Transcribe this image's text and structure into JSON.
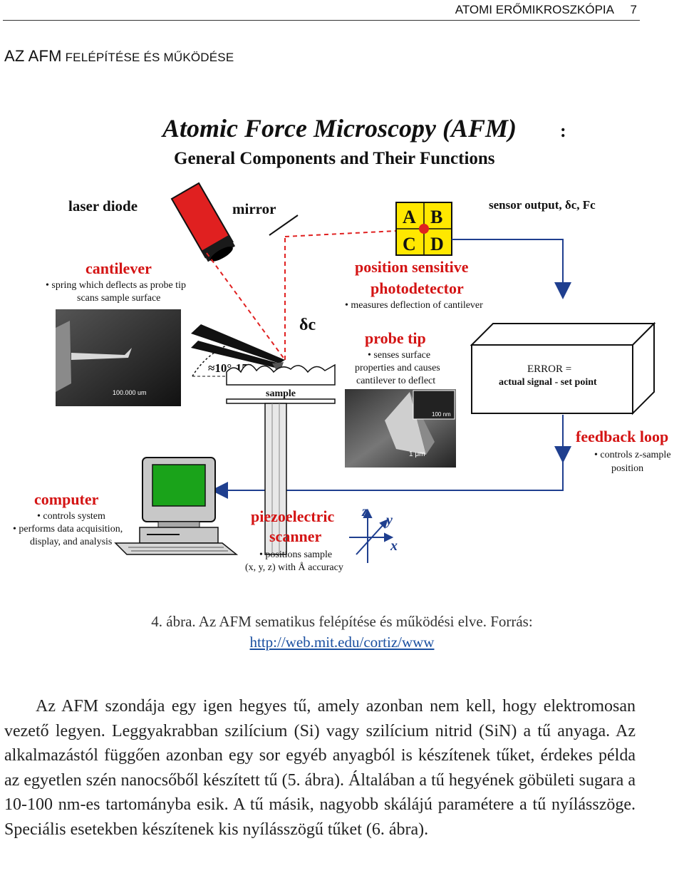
{
  "header": {
    "running_title": "ATOMI ERŐMIKROSZKÓPIA",
    "page_number": "7"
  },
  "section": {
    "initial": "A",
    "title_big": "Z AFM",
    "title_small": " FELÉPÍTÉSE ÉS MŰKÖDÉSE"
  },
  "figure": {
    "title": "Atomic Force Microscopy (AFM)",
    "title_colon": ":",
    "subtitle": "General Components and Their Functions",
    "labels": {
      "laser_diode": "laser diode",
      "mirror": "mirror",
      "sensor_output": "sensor output, δc, Fc",
      "quad_a": "A",
      "quad_b": "B",
      "quad_c": "C",
      "quad_d": "D",
      "cantilever": "cantilever",
      "cantilever_desc1": "• spring which deflects as probe tip",
      "cantilever_desc2": "scans sample surface",
      "psd1": "position sensitive",
      "psd2": "photodetector",
      "psd_desc": "• measures deflection of cantilever",
      "delta_c": "δc",
      "probe_tip": "probe tip",
      "probe_desc1": "• senses surface",
      "probe_desc2": "properties and causes",
      "probe_desc3": "cantilever to deflect",
      "angle": "≈10°-15°",
      "sample": "sample",
      "scale_left": "100.000 um",
      "scale_tip_small": "100 nm",
      "scale_tip_large": "1 μm",
      "error1": "ERROR =",
      "error2": "actual signal - set point",
      "feedback": "feedback loop",
      "feedback_desc1": "• controls z-sample",
      "feedback_desc2": "position",
      "computer": "computer",
      "computer_desc1": "• controls system",
      "computer_desc2": "• performs data acquisition,",
      "computer_desc3": "display, and analysis",
      "piezo1": "piezoelectric",
      "piezo2": "scanner",
      "piezo_desc1": "• positions sample",
      "piezo_desc2": "(x, y, z) with Å accuracy",
      "axis_z": "z",
      "axis_y": "y",
      "axis_x": "x"
    },
    "colors": {
      "red_label": "#d41414",
      "blue_line": "#1f3f8f",
      "laser_red": "#e02020",
      "psd_yellow": "#ffe800",
      "screen_green": "#1aa31a",
      "computer_gray": "#c8c8c8"
    }
  },
  "caption": {
    "line1": "4. ábra. Az AFM sematikus felépítése és működési elve. Forrás:",
    "link": "http://web.mit.edu/cortiz/www"
  },
  "body": {
    "paragraph": "Az AFM szondája egy igen hegyes tű, amely azonban nem kell, hogy elektromosan vezető legyen. Leggyakrabban szilícium (Si) vagy szilícium nitrid (SiN) a tű anyaga. Az alkalmazástól függően azonban egy sor egyéb anyagból is készítenek tűket, érdekes példa az egyetlen szén nanocsőből készített tű (5. ábra). Általában a tű hegyének göbületi sugara a 10-100 nm-es tartományba esik. A tű másik, nagyobb skálájú paramétere a tű nyílásszöge. Speciális esetekben készítenek kis nyílásszögű tűket (6. ábra)."
  }
}
